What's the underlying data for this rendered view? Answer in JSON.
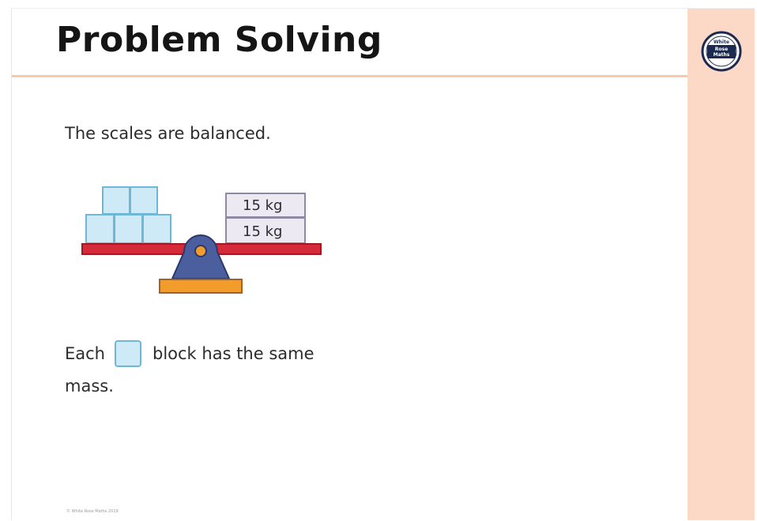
{
  "slide": {
    "title": "Problem Solving",
    "statement": "The scales are balanced.",
    "each_prefix": "Each",
    "each_suffix": "block has the same",
    "each_continuation": "mass.",
    "footer": "© White Rose Maths 2019"
  },
  "logo": {
    "text_lines": [
      "White",
      "Rose",
      "Maths"
    ],
    "icon": "white-rose-maths-logo"
  },
  "scale": {
    "weights": [
      {
        "label": "15 kg"
      },
      {
        "label": "15 kg"
      }
    ],
    "cube_count": 5
  },
  "colors": {
    "accent_band": "#fbd9c6",
    "header_rule": "#f6c9ab",
    "beam": "#d42a3a",
    "fulcrum": "#4b5f9e",
    "base": "#f29c2b",
    "cube_fill": "#cfeaf7",
    "cube_stroke": "#6fb7d8",
    "weight_fill": "#ece9f3",
    "weight_stroke": "#8f8aa3"
  }
}
